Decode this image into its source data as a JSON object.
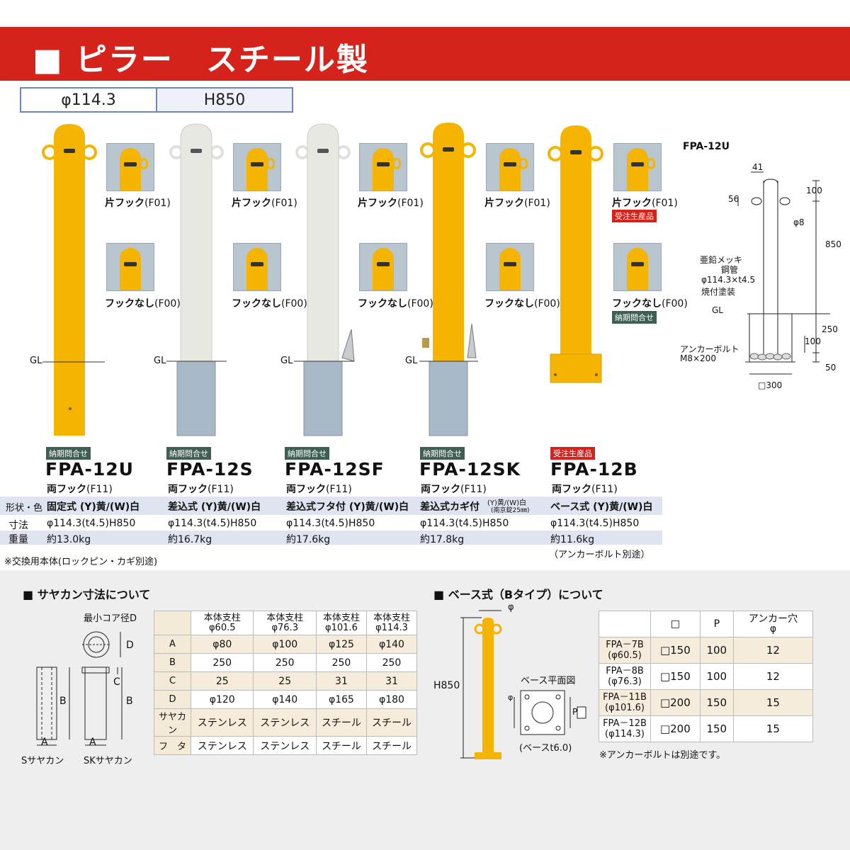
{
  "header": {
    "title": "■ ピラー　スチール製"
  },
  "spec": {
    "diameter": "φ114.3",
    "height": "H850"
  },
  "variants": [
    {
      "model": "FPA-12U",
      "tag": "納期問合せ",
      "hook": "両フック",
      "hook_code": "(F11)",
      "type": "固定式 (Y)黄/(W)白",
      "dims": "φ114.3(t4.5)H850",
      "weight": "約13.0kg"
    },
    {
      "model": "FPA-12S",
      "tag": "納期問合せ",
      "hook": "両フック",
      "hook_code": "(F11)",
      "type": "差込式 (Y)黄/(W)白",
      "dims": "φ114.3(t4.5)H850",
      "weight": "約16.7kg"
    },
    {
      "model": "FPA-12SF",
      "tag": "納期問合せ",
      "hook": "両フック",
      "hook_code": "(F11)",
      "type": "差込式フタ付 (Y)黄/(W)白",
      "dims": "φ114.3(t4.5)H850",
      "weight": "約17.6kg"
    },
    {
      "model": "FPA-12SK",
      "tag": "納期問合せ",
      "hook": "両フック",
      "hook_code": "(F11)",
      "type": "差込式カギ付",
      "type_extra_1": "(Y)黄/(W)白",
      "type_extra_2": "(南京錠25㎜)",
      "dims": "φ114.3(t4.5)H850",
      "weight": "約17.8kg"
    },
    {
      "model": "FPA-12B",
      "tag": "受注生産品",
      "hook": "両フック",
      "hook_code": "(F11)",
      "type": "ベース式 (Y)黄/(W)白",
      "dims": "φ114.3(t4.5)H850",
      "weight": "約11.6kg",
      "extra_note": "（アンカーボルト別途）"
    }
  ],
  "thumb_labels": {
    "one_hook": "片フック",
    "one_hook_code": "(F01)",
    "no_hook": "フックなし",
    "no_hook_code": "(F00)",
    "made_to_order": "受注生産品",
    "inquire": "納期問合せ"
  },
  "row_labels": {
    "type": "形状・色",
    "dims": "寸法",
    "weight": "重量"
  },
  "gl": "GL",
  "footnote": "※交換用本体(ロックピン・カギ別途)",
  "drawing": {
    "title": "FPA-12U",
    "d41": "41",
    "d56": "56",
    "d100a": "100",
    "d8": "φ8",
    "d850": "850",
    "material_1": "亜鉛メッキ",
    "material_2": "鋼管",
    "material_3": "φ114.3×t4.5",
    "material_4": "焼付塗装",
    "gl": "GL",
    "d250": "250",
    "d100b": "100",
    "d50": "50",
    "anchor_1": "アンカーボルト",
    "anchor_2": "M8×200",
    "d300": "□300"
  },
  "sayakan": {
    "title": "■ サヤカン寸法について",
    "core_label": "最小コア径D",
    "s_label": "Sサヤカン",
    "sk_label": "SKサヤカン",
    "lbl_a": "A",
    "lbl_b": "B",
    "lbl_c": "C",
    "lbl_d": "D",
    "headers": [
      "",
      "本体支柱\nφ60.5",
      "本体支柱\nφ76.3",
      "本体支柱\nφ101.6",
      "本体支柱\nφ114.3"
    ],
    "rows": [
      [
        "A",
        "φ80",
        "φ100",
        "φ125",
        "φ140"
      ],
      [
        "B",
        "250",
        "250",
        "250",
        "250"
      ],
      [
        "C",
        "25",
        "25",
        "31",
        "31"
      ],
      [
        "D",
        "φ120",
        "φ140",
        "φ165",
        "φ180"
      ],
      [
        "サヤカン",
        "ステンレス",
        "ステンレス",
        "スチール",
        "スチール"
      ],
      [
        "フ　タ",
        "ステンレス",
        "ステンレス",
        "スチール",
        "スチール"
      ]
    ]
  },
  "base": {
    "title": "■ ベース式（Bタイプ）について",
    "phi": "φ",
    "h850": "H850",
    "plan_title": "ベース平面図",
    "t6": "(ベースt6.0)",
    "p_label": "P",
    "sq_label": "□",
    "headers": [
      "",
      "□",
      "P",
      "アンカー穴\nφ"
    ],
    "rows": [
      [
        "FPA－7B\n(φ60.5)",
        "□150",
        "100",
        "12"
      ],
      [
        "FPA－8B\n(φ76.3)",
        "□150",
        "100",
        "12"
      ],
      [
        "FPA－11B\n(φ101.6)",
        "□200",
        "150",
        "15"
      ],
      [
        "FPA－12B\n(φ114.3)",
        "□200",
        "150",
        "15"
      ]
    ],
    "note": "※アンカーボルトは別途です。"
  },
  "colors": {
    "red": "#d5231b",
    "yellow": "#f5b400",
    "white_pole": "#e8e8e2",
    "steel": "#a9b8c6"
  }
}
